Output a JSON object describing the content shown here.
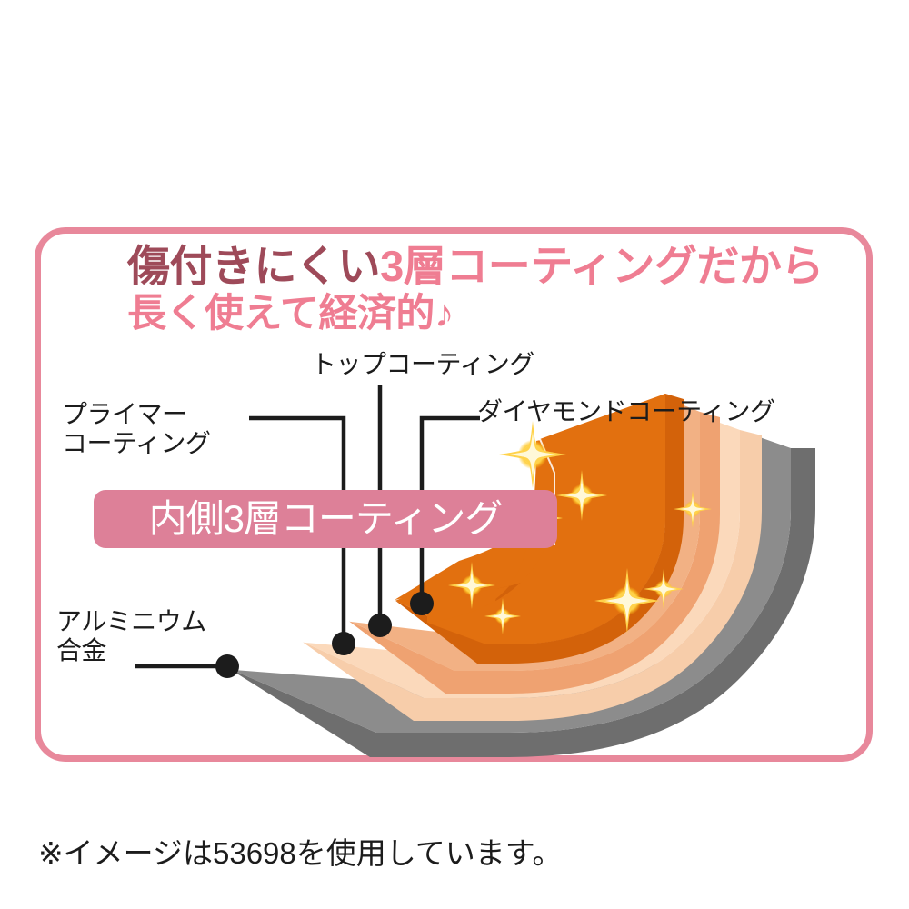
{
  "frame": {
    "border_color": "#e8889b"
  },
  "headline": {
    "line1_dark": "傷付きにくい",
    "line1_pink": "3層コーティングだから",
    "line2": "長く使えて経済的♪",
    "color_dark": "#9e4a59",
    "color_pink": "#ef7d92"
  },
  "banner": {
    "text": "内側3層コーティング",
    "background": "#dd8098",
    "text_color": "#ffffff"
  },
  "labels": {
    "primer": "プライマー\nコーティング",
    "top_coating": "トップコーティング",
    "diamond_coating": "ダイヤモンドコーティング",
    "aluminum": "アルミニウム\n合金"
  },
  "layers": [
    {
      "name": "diamond-coating-layer",
      "label": "ダイヤモンドコーティング",
      "top_color": "#e2700f",
      "side_color": "#d3620a",
      "order": 4
    },
    {
      "name": "top-coating-layer",
      "label": "トップコーティング",
      "top_color": "#f2b184",
      "side_color": "#efa271",
      "order": 3
    },
    {
      "name": "primer-coating-layer",
      "label": "プライマーコーティング",
      "top_color": "#fbd9bb",
      "side_color": "#f7cdaa",
      "order": 2
    },
    {
      "name": "aluminum-alloy-layer",
      "label": "アルミニウム合金",
      "top_color": "#8c8c8c",
      "side_color": "#6e6e6e",
      "order": 1
    }
  ],
  "sparkle": {
    "core_color": "#ffffff",
    "glow_color": "#ffd24a",
    "count": 8
  },
  "footnote": {
    "text": "※イメージは53698を使用しています。",
    "product_code": "53698"
  }
}
